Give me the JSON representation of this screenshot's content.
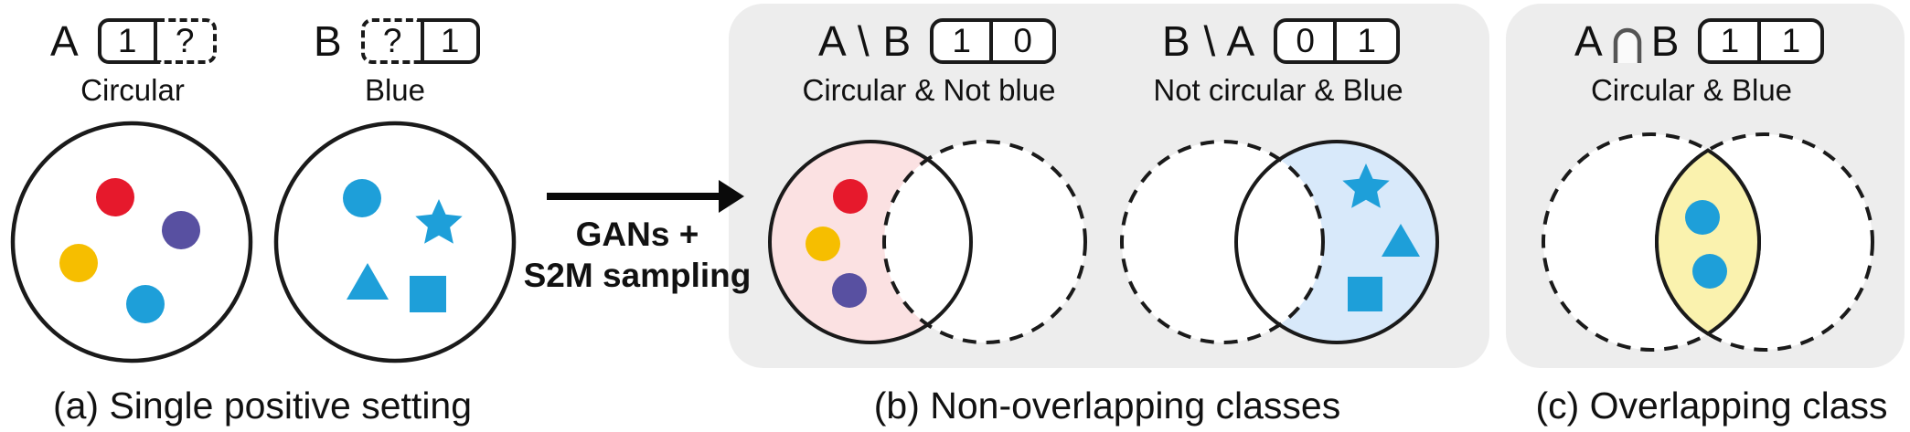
{
  "figure": {
    "kind": "venn-diagram-figure",
    "palette": {
      "panel_bg": "#EDEDED",
      "ink": "#1a1a1a",
      "dot_red": "#E6192C",
      "dot_purple": "#5850A1",
      "dot_gold": "#F6BE00",
      "shape_blue": "#1E9FD9",
      "crescent_pink": "#FBE1E2",
      "crescent_blue": "#D8E9FA",
      "lens_yellow": "#FAF2AE"
    }
  },
  "section_a": {
    "caption": "(a) Single positive setting",
    "set_a": {
      "label": "A",
      "cells": [
        "1",
        "?"
      ],
      "sublabel": "Circular"
    },
    "set_b": {
      "label": "B",
      "cells": [
        "?",
        "1"
      ],
      "sublabel": "Blue"
    }
  },
  "arrow": {
    "line1": "GANs +",
    "line2": "S2M sampling"
  },
  "section_b": {
    "caption": "(b) Non-overlapping classes",
    "diff_ab": {
      "label": "A \\ B",
      "cells": [
        "1",
        "0"
      ],
      "sublabel": "Circular & Not blue"
    },
    "diff_ba": {
      "label": "B \\ A",
      "cells": [
        "0",
        "1"
      ],
      "sublabel": "Not circular & Blue"
    }
  },
  "section_c": {
    "caption": "(c) Overlapping class",
    "intersection": {
      "label_left": "A",
      "operator": "∩",
      "label_right": "B",
      "cells": [
        "1",
        "1"
      ],
      "sublabel": "Circular & Blue"
    }
  }
}
